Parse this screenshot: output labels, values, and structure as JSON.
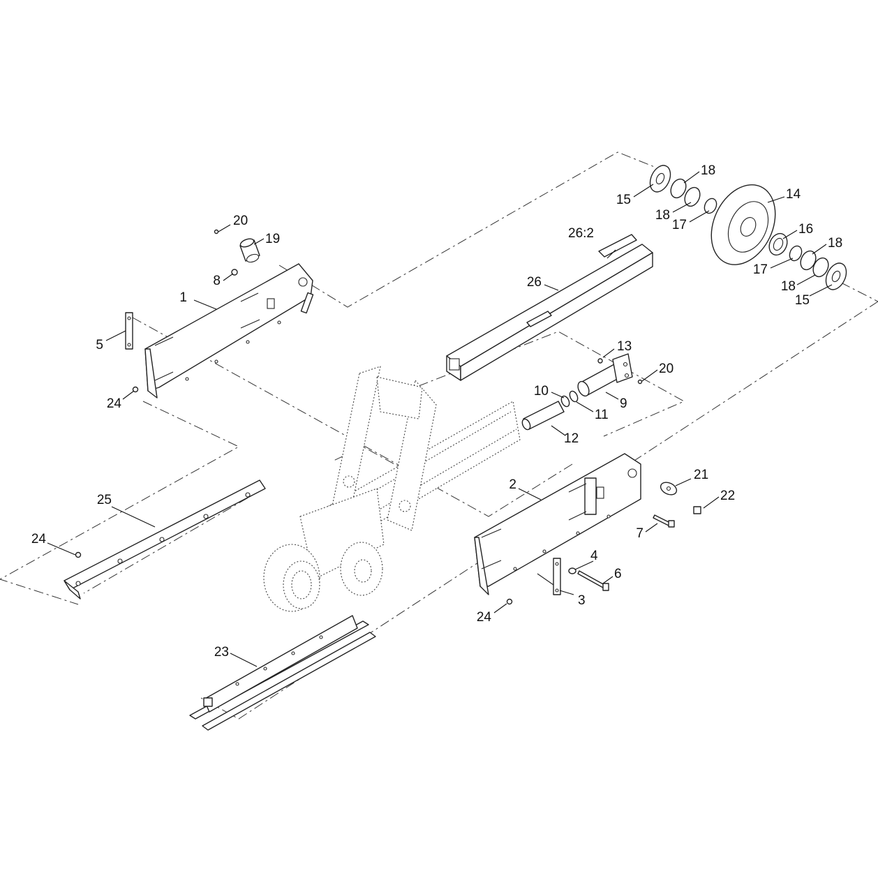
{
  "callouts": {
    "c1": "1",
    "c2": "2",
    "c3": "3",
    "c4": "4",
    "c5": "5",
    "c6": "6",
    "c7": "7",
    "c8": "8",
    "c9": "9",
    "c10": "10",
    "c11": "11",
    "c12": "12",
    "c13": "13",
    "c14": "14",
    "c15a": "15",
    "c15b": "15",
    "c16": "16",
    "c17a": "17",
    "c17b": "17",
    "c18a": "18",
    "c18b": "18",
    "c18c": "18",
    "c18d": "18",
    "c19": "19",
    "c20a": "20",
    "c20b": "20",
    "c21": "21",
    "c22": "22",
    "c23": "23",
    "c24a": "24",
    "c24b": "24",
    "c24c": "24",
    "c25": "25",
    "c26": "26",
    "c26_2": "26:2"
  },
  "colors": {
    "line": "#222222",
    "background": "#ffffff"
  }
}
